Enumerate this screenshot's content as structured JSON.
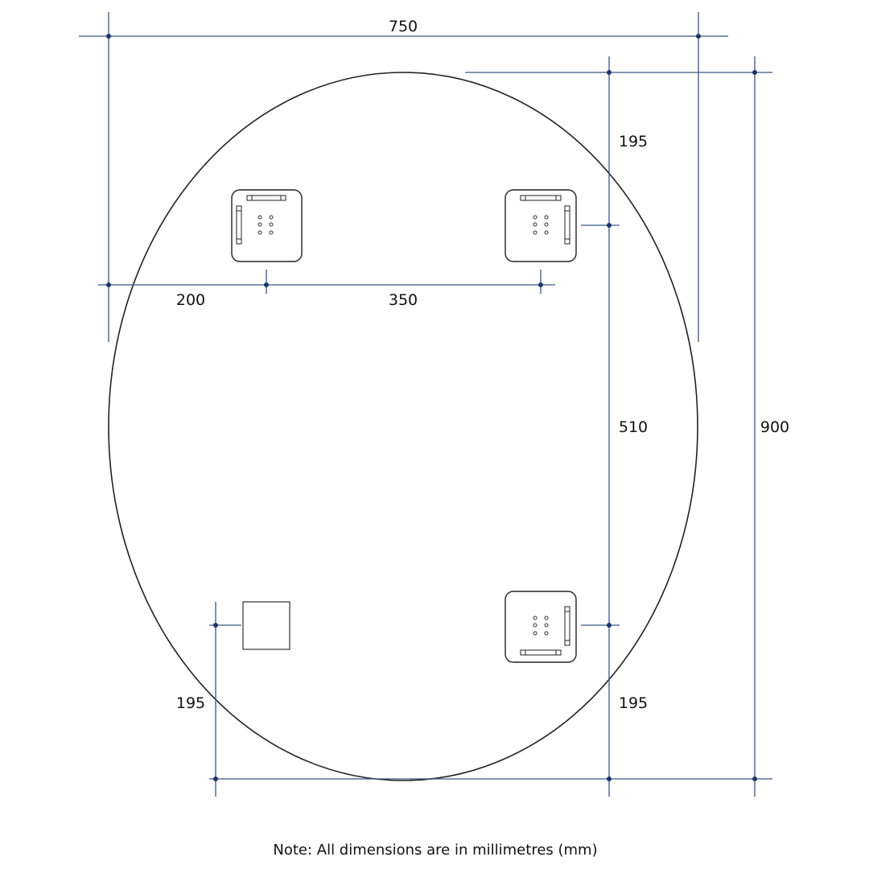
{
  "dimensions": {
    "overall_width": "750",
    "overall_height": "900",
    "top_to_bracket": "195",
    "left_to_bracket": "200",
    "bracket_spacing_horizontal": "350",
    "bracket_spacing_vertical": "510",
    "bottom_right_offset": "195",
    "bottom_left_offset": "195"
  },
  "note": "Note: All dimensions are in millimetres (mm)",
  "colors": {
    "dimension_line": "#3a5683",
    "outline": "#222222"
  }
}
